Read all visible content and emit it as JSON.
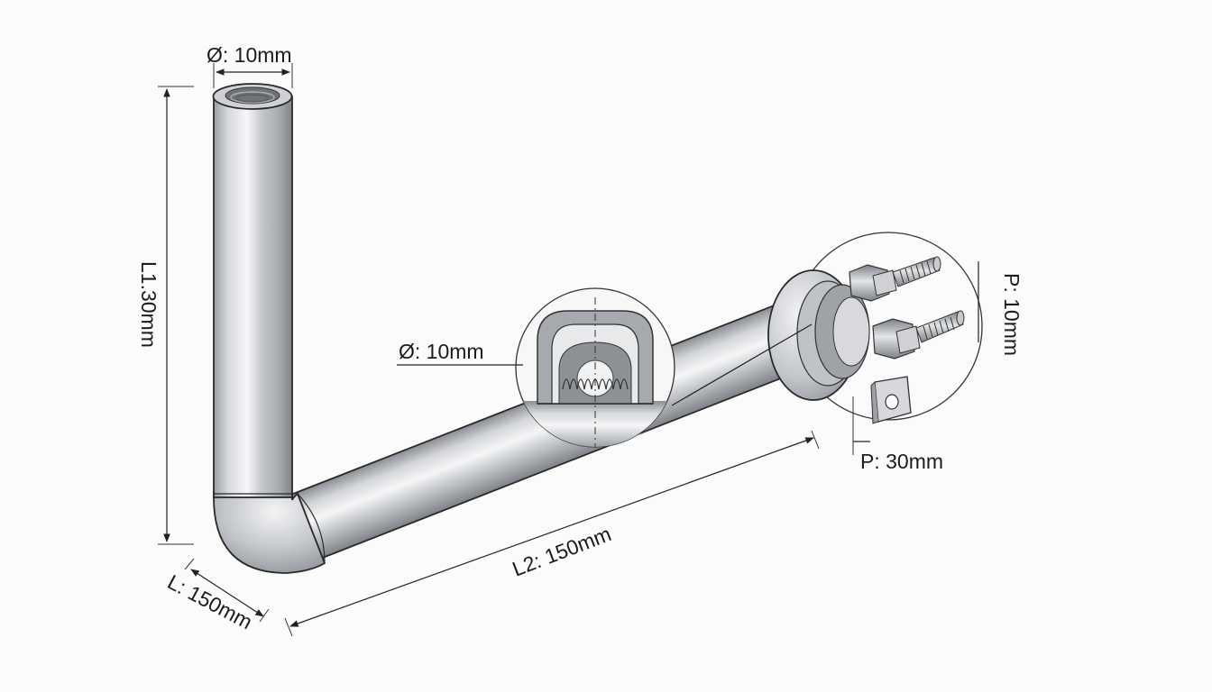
{
  "labels": {
    "top_diameter": "Ø: 10mm",
    "vertical_length": "L1.30mm",
    "section_diameter": "Ø: 10mm",
    "bend_length": "L: 150mm",
    "horizontal_length": "L2: 150mm",
    "pitch_right": "P: 10mm",
    "pitch_bottom": "P: 30mm"
  },
  "colors": {
    "background": "#fbfbfb",
    "metal_dark": "#8e9196",
    "metal_mid": "#c9cbce",
    "metal_light": "#f4f5f6",
    "line": "#222222"
  }
}
